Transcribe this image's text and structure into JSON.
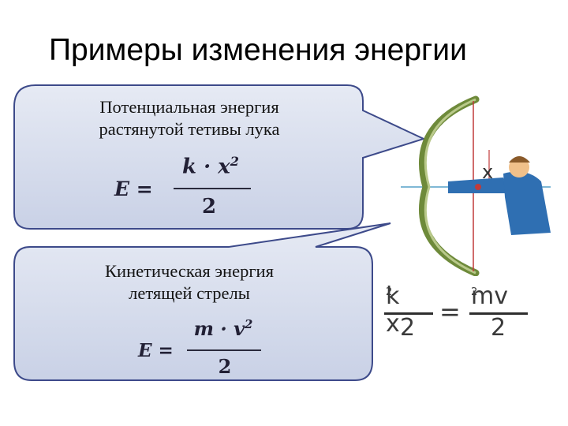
{
  "title": "Примеры изменения энергии",
  "potential": {
    "line1": "Потенциальная энергия",
    "line2": "растянутой тетивы лука",
    "formula": {
      "lhs": "E =",
      "numerator": "k · x",
      "exponent": "2",
      "denominator": "2"
    }
  },
  "kinetic": {
    "line1": "Кинетическая энергия",
    "line2": "летящей стрелы",
    "formula": {
      "lhs": "E =",
      "numerator": "m · v",
      "exponent": "2",
      "denominator": "2"
    }
  },
  "archer_label": "x",
  "energy_equation": {
    "left_numerator": "k x",
    "left_exponent": "2",
    "left_denominator": "2",
    "equals": "=",
    "right_numerator": "mv",
    "right_exponent": "2",
    "right_denominator": "2"
  },
  "colors": {
    "bubble_fill": "#d6dcec",
    "bubble_stroke": "#3d4a8a",
    "bow": "#6e8a3a",
    "string": "#c03a3a",
    "shirt": "#2f6fb2"
  }
}
